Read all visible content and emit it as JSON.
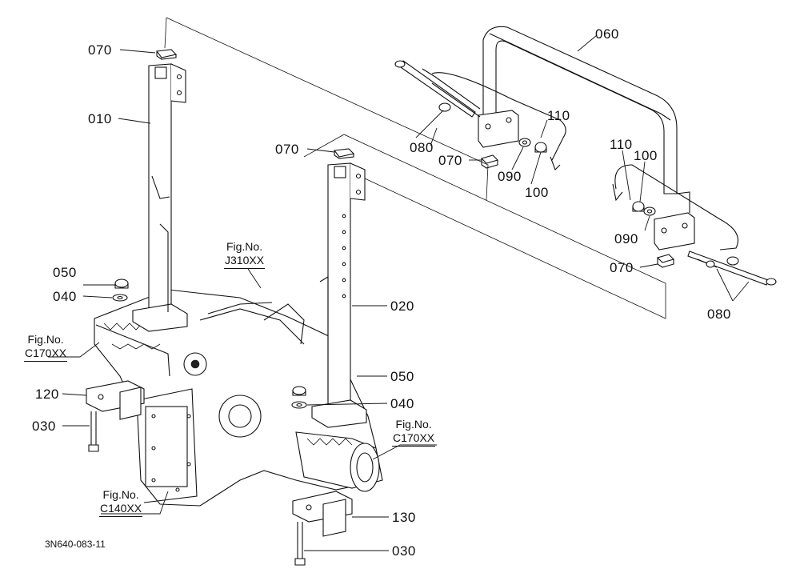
{
  "document_code": "3N640-083-11",
  "callouts": [
    {
      "id": "c-070-a",
      "text": "070"
    },
    {
      "id": "c-010",
      "text": "010"
    },
    {
      "id": "c-070-b",
      "text": "070"
    },
    {
      "id": "c-050-a",
      "text": "050"
    },
    {
      "id": "c-040-a",
      "text": "040"
    },
    {
      "id": "c-120",
      "text": "120"
    },
    {
      "id": "c-030-a",
      "text": "030"
    },
    {
      "id": "c-020",
      "text": "020"
    },
    {
      "id": "c-050-b",
      "text": "050"
    },
    {
      "id": "c-040-b",
      "text": "040"
    },
    {
      "id": "c-130",
      "text": "130"
    },
    {
      "id": "c-030-b",
      "text": "030"
    },
    {
      "id": "c-060",
      "text": "060"
    },
    {
      "id": "c-110-a",
      "text": "110"
    },
    {
      "id": "c-080-a",
      "text": "080"
    },
    {
      "id": "c-070-c",
      "text": "070"
    },
    {
      "id": "c-090-a",
      "text": "090"
    },
    {
      "id": "c-100-a",
      "text": "100"
    },
    {
      "id": "c-110-b",
      "text": "110"
    },
    {
      "id": "c-100-b",
      "text": "100"
    },
    {
      "id": "c-090-b",
      "text": "090"
    },
    {
      "id": "c-070-d",
      "text": "070"
    },
    {
      "id": "c-080-b",
      "text": "080"
    }
  ],
  "figure_refs": [
    {
      "id": "fig-j310",
      "line1": "Fig.No.",
      "line2": "J310XX"
    },
    {
      "id": "fig-c170-a",
      "line1": "Fig.No.",
      "line2": "C170XX"
    },
    {
      "id": "fig-c170-b",
      "line1": "Fig.No.",
      "line2": "C170XX"
    },
    {
      "id": "fig-c140",
      "line1": "Fig.No.",
      "line2": "C140XX"
    }
  ]
}
